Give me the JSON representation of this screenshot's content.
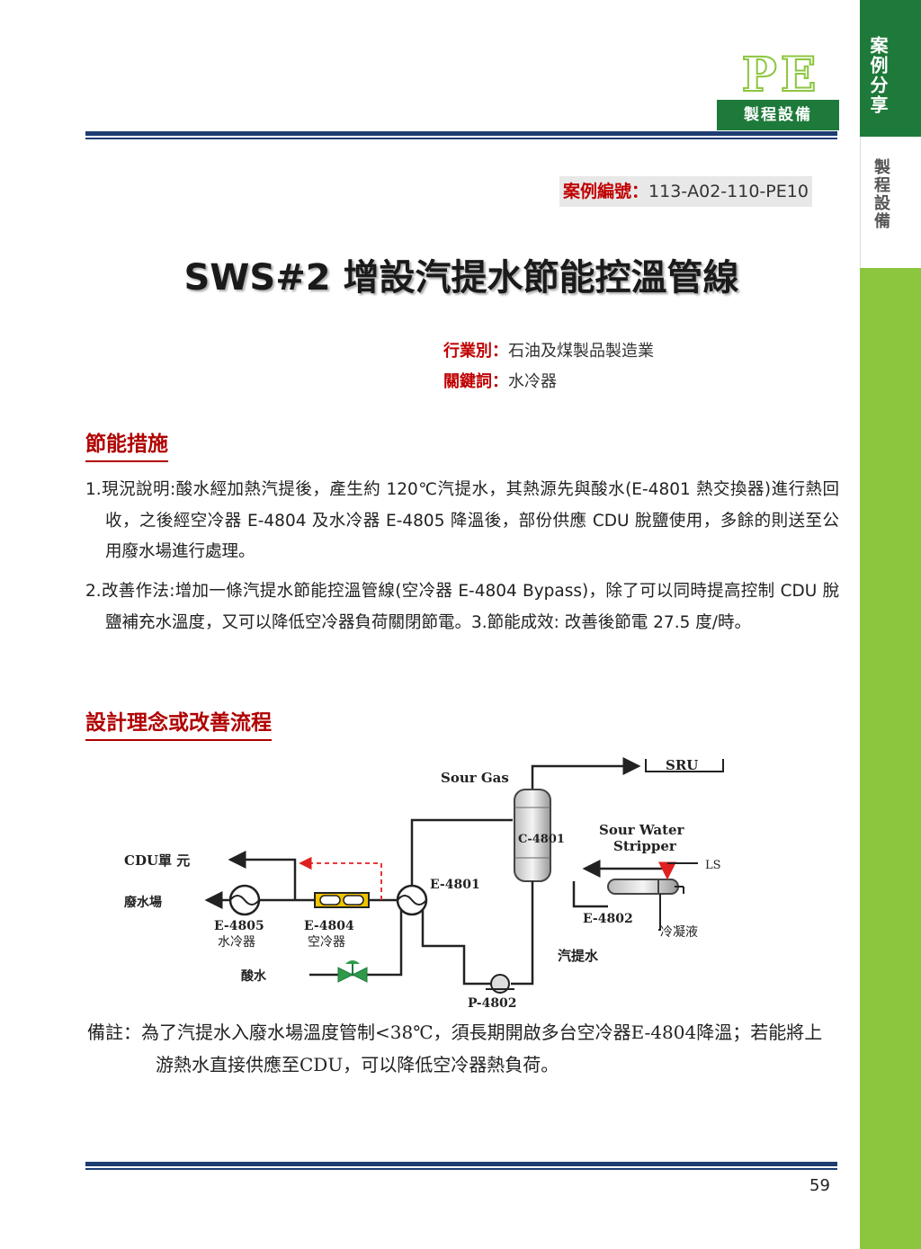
{
  "sidebar": {
    "main_label": "案例分享",
    "sub_label": "製程設備"
  },
  "logo": {
    "letters": "PE",
    "caption": "製程設備"
  },
  "case": {
    "label": "案例編號：",
    "number": "113-A02-110-PE10"
  },
  "title": "SWS#2 增設汽提水節能控溫管線",
  "meta": {
    "industry_label": "行業別：",
    "industry": "石油及煤製品製造業",
    "keyword_label": "關鍵詞：",
    "keyword": "水冷器"
  },
  "sections": {
    "measures_heading": "節能措施",
    "measures_p1": "1.現況說明:酸水經加熱汽提後，產生約 120℃汽提水，其熱源先與酸水(E-4801 熱交換器)進行熱回收，之後經空冷器 E-4804 及水冷器 E-4805 降溫後，部份供應 CDU 脫鹽使用，多餘的則送至公用廢水場進行處理。",
    "measures_p2": "2.改善作法:增加一條汽提水節能控溫管線(空冷器 E-4804 Bypass)，除了可以同時提高控制 CDU 脫鹽補充水溫度，又可以降低空冷器負荷關閉節電。3.節能成效: 改善後節電 27.5 度/時。",
    "design_heading": "設計理念或改善流程"
  },
  "diagram": {
    "sour_gas": "Sour Gas",
    "sru": "SRU",
    "column": "C-4801",
    "stripper_line1": "Sour Water",
    "stripper_line2": "Stripper",
    "cdu_unit": "CDU單 元",
    "wastewater": "廢水場",
    "e4801": "E-4801",
    "ls": "LS",
    "e4805": "E-4805",
    "e4805_desc": "水冷器",
    "e4804": "E-4804",
    "e4804_desc": "空冷器",
    "e4802": "E-4802",
    "condensate": "冷凝液",
    "stripped_water": "汽提水",
    "sour_water": "酸水",
    "p4802": "P-4802"
  },
  "note": "備註：為了汽提水入廢水場溫度管制<38℃，須長期開啟多台空冷器E-4804降溫；若能將上游熱水直接供應至CDU，可以降低空冷器熱負荷。",
  "page_number": "59",
  "colors": {
    "sidebar_green": "#8cc63f",
    "dark_green": "#1e7a3a",
    "heading_red": "#b00000",
    "rule_navy": "#1f3d73"
  }
}
